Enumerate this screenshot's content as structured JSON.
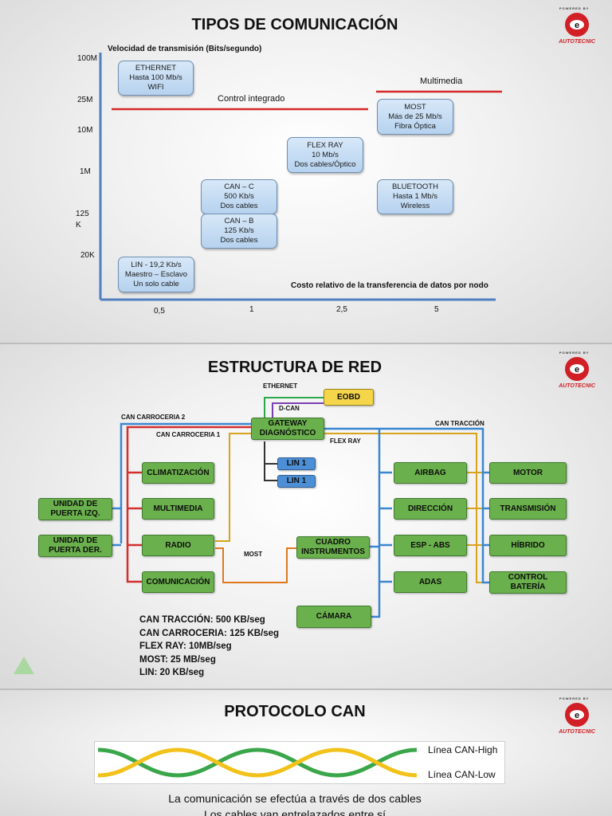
{
  "slide1": {
    "title": "TIPOS DE COMUNICACIÓN",
    "y_axis_label": "Velocidad de transmisión (Bits/segundo)",
    "x_axis_label": "Costo relativo de la transferencia de datos por nodo",
    "y_ticks": [
      "100M",
      "25M",
      "10M",
      "1M",
      "125",
      "K",
      "20K"
    ],
    "x_ticks": [
      "0,5",
      "1",
      "2,5",
      "5"
    ],
    "control_line_label": "Control integrado",
    "multimedia_line_label": "Multimedia",
    "boxes": {
      "ethernet": [
        "ETHERNET",
        "Hasta 100 Mb/s",
        "WIFI"
      ],
      "most": [
        "MOST",
        "Más de 25 Mb/s",
        "Fibra Óptica"
      ],
      "flexray": [
        "FLEX RAY",
        "10 Mb/s",
        "Dos cables/Óptico"
      ],
      "canc": [
        "CAN – C",
        "500 Kb/s",
        "Dos cables"
      ],
      "canb": [
        "CAN – B",
        "125 Kb/s",
        "Dos cables"
      ],
      "bluetooth": [
        "BLUETOOTH",
        "Hasta 1 Mb/s",
        "Wireless"
      ],
      "lin": [
        "LIN -  19,2 Kb/s",
        "Maestro – Esclavo",
        "Un solo cable"
      ]
    }
  },
  "logo": {
    "powered": "POWERED BY",
    "brand": "AUTOTECNIC"
  },
  "slide2": {
    "title": "ESTRUCTURA DE RED",
    "labels": {
      "ethernet": "ETHERNET",
      "dcan": "D-CAN",
      "can_carroceria2": "CAN CARROCERIA 2",
      "can_carroceria1": "CAN CARROCERIA 1",
      "flex_ray": "FLEX RAY",
      "can_traccion": "CAN TRACCIÓN",
      "most": "MOST"
    },
    "nodes": {
      "eobd": "EOBD",
      "gateway": [
        "GATEWAY",
        "DIAGNÓSTICO"
      ],
      "lin1a": "LIN 1",
      "lin1b": "LIN 1",
      "climatizacion": "CLIMATIZACIÓN",
      "multimedia": "MULTIMEDIA",
      "radio": "RADIO",
      "comunicacion": "COMUNICACIÓN",
      "puerta_izq": [
        "UNIDAD DE",
        "PUERTA IZQ."
      ],
      "puerta_der": [
        "UNIDAD DE",
        "PUERTA DER."
      ],
      "cuadro": [
        "CUADRO",
        "INSTRUMENTOS"
      ],
      "camara": "CÁMARA",
      "airbag": "AIRBAG",
      "direccion": "DIRECCIÓN",
      "esp_abs": "ESP - ABS",
      "adas": "ADAS",
      "motor": "MOTOR",
      "transmision": "TRANSMISIÓN",
      "hibrido": "HÍBRIDO",
      "control_bateria": [
        "CONTROL",
        "BATERÍA"
      ]
    },
    "speeds": [
      "CAN TRACCIÓN: 500 KB/seg",
      "CAN CARROCERIA: 125 KB/seg",
      "FLEX RAY: 10MB/seg",
      "MOST: 25 MB/seg",
      "LIN: 20 KB/seg"
    ],
    "colors": {
      "can_traccion": "#3a86d1",
      "can_carroceria": "#d32f2f",
      "flex_ray": "#d8a31d",
      "most": "#e0781e",
      "ethernet": "#2ca84a",
      "dcan": "#7a3fb0",
      "lin": "#333333"
    }
  },
  "slide3": {
    "title": "PROTOCOLO CAN",
    "can_high": "Línea CAN-High",
    "can_low": "Línea CAN-Low",
    "text1": "La comunicación se efectúa a través de dos cables",
    "text2": "Los cables van entrelazados entre sí",
    "colors": {
      "high": "#f2c21a",
      "low": "#3aa64a"
    }
  }
}
